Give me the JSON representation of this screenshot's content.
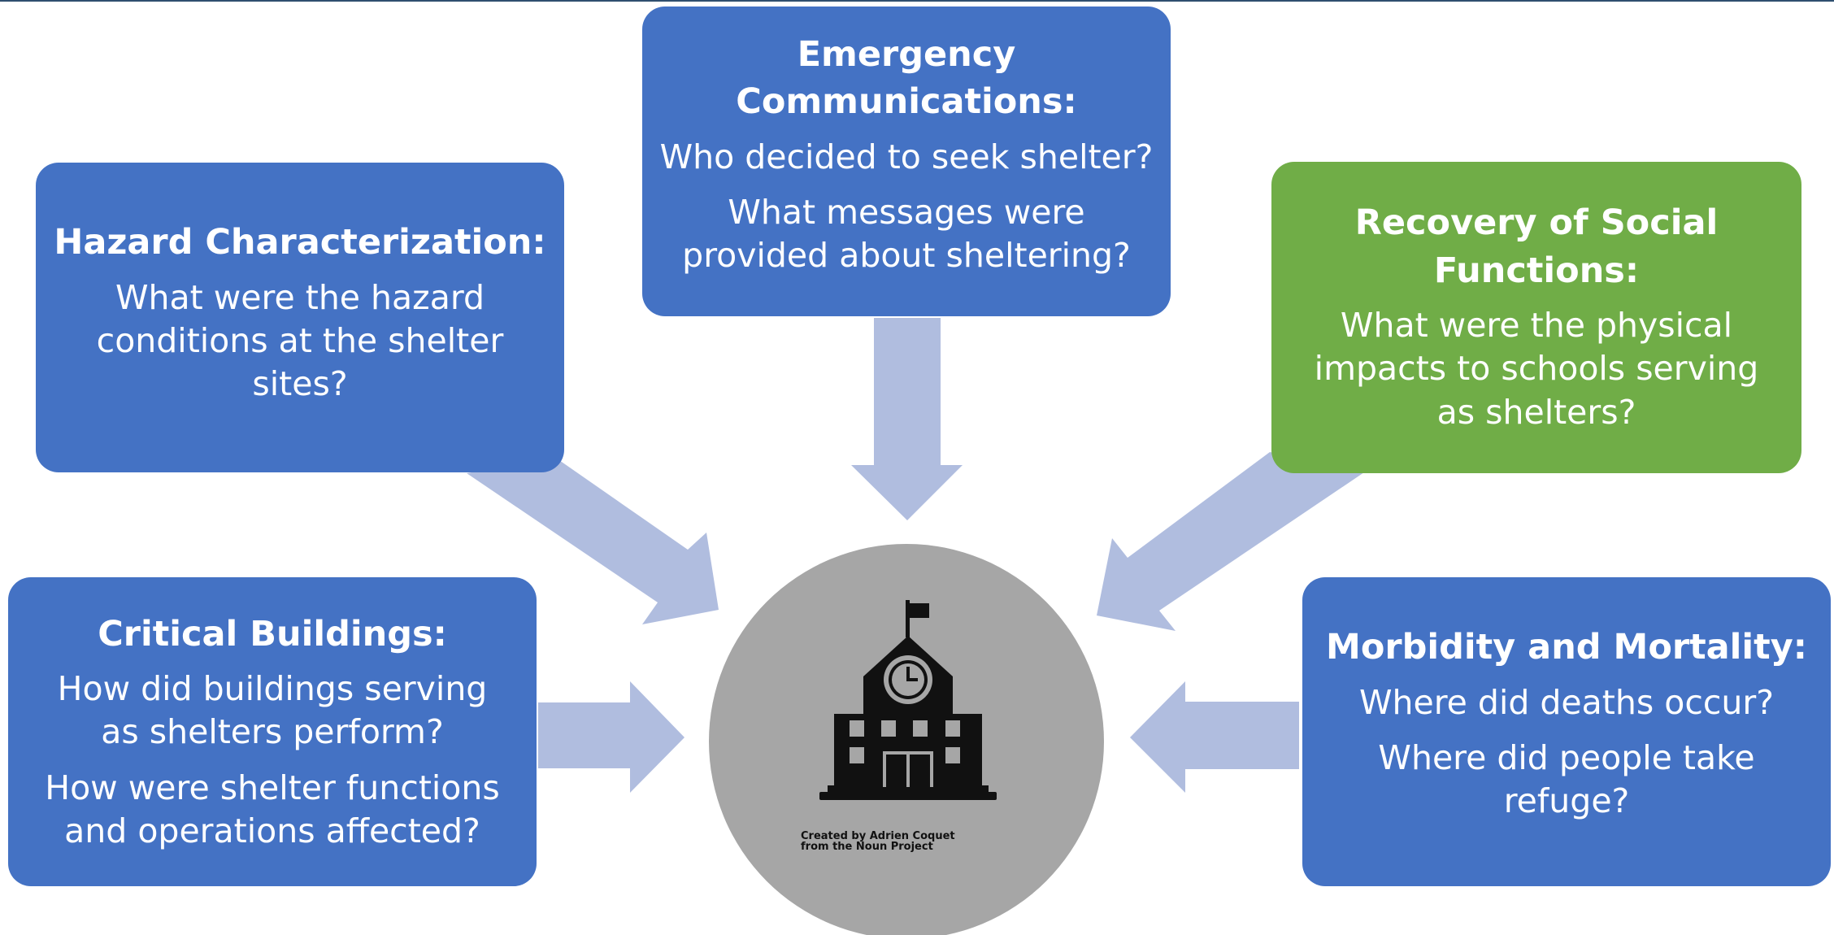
{
  "boxes": {
    "emergency": {
      "title": "Emergency Communications:",
      "questions": [
        "Who decided to seek shelter?",
        "What messages were provided about sheltering?"
      ]
    },
    "hazard": {
      "title": "Hazard Characterization:",
      "questions": [
        "What were the hazard conditions at the shelter sites?"
      ]
    },
    "recovery": {
      "title": "Recovery of Social Functions:",
      "questions": [
        "What were the physical impacts to schools serving as shelters?"
      ]
    },
    "critical": {
      "title": "Critical Buildings:",
      "questions": [
        "How did buildings serving as shelters perform?",
        "How were shelter functions and operations affected?"
      ]
    },
    "morbidity": {
      "title": "Morbidity and Mortality:",
      "questions": [
        "Where did deaths occur?",
        "Where did people take refuge?"
      ]
    }
  },
  "center": {
    "icon": "school-building-icon",
    "credit": "Created by Adrien Coquet\nfrom the Noun Project"
  },
  "colors": {
    "box_blue": "#4472c4",
    "box_green": "#70ad47",
    "arrow": "#b0bddf",
    "circle": "#a6a6a6",
    "icon": "#111111"
  }
}
